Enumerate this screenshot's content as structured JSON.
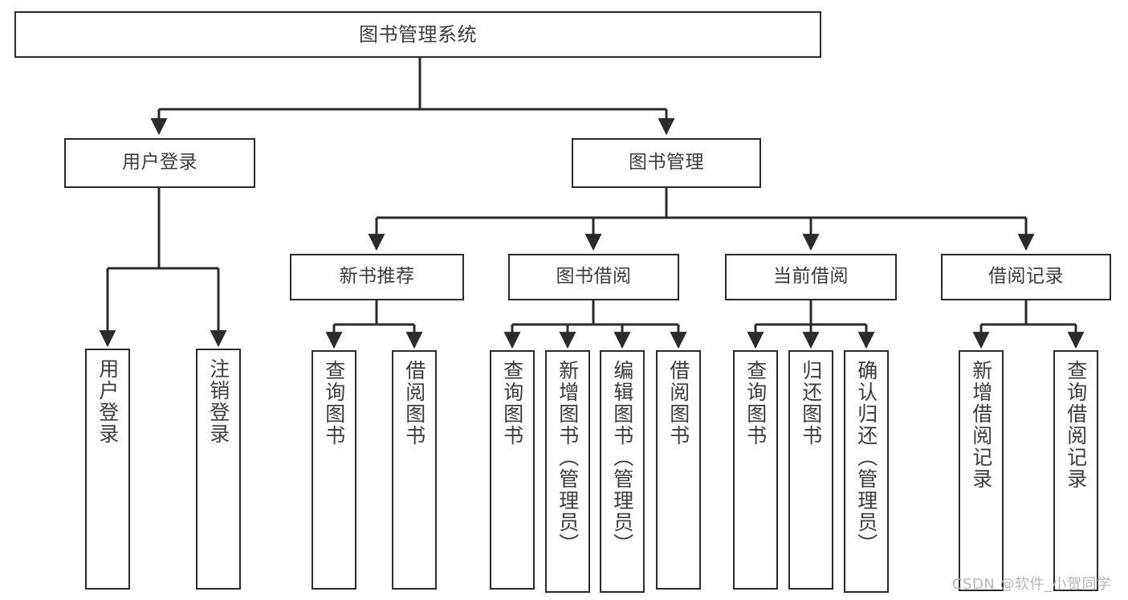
{
  "diagram": {
    "title": "图书管理系统",
    "type": "tree-hierarchy",
    "watermark": "CSDN @软件_小贺同学",
    "colors": {
      "background": "#ffffff",
      "box_border": "#2b2b2b",
      "box_fill": "#ffffff",
      "text": "#3c3c3c",
      "edge": "#2b2b2b",
      "watermark": "#b7b7b7"
    },
    "root": {
      "label": "图书管理系统"
    },
    "level1": [
      {
        "label": "用户登录"
      },
      {
        "label": "图书管理"
      }
    ],
    "level2": [
      {
        "label": "新书推荐"
      },
      {
        "label": "图书借阅"
      },
      {
        "label": "当前借阅"
      },
      {
        "label": "借阅记录"
      }
    ],
    "leaves": {
      "user_login": [
        {
          "label": "用户登录"
        },
        {
          "label": "注销登录"
        }
      ],
      "new_book_recommend": [
        {
          "label": "查询图书"
        },
        {
          "label": "借阅图书"
        }
      ],
      "book_borrow": [
        {
          "label": "查询图书"
        },
        {
          "label": "新增图书（管理员）"
        },
        {
          "label": "编辑图书（管理员）"
        },
        {
          "label": "借阅图书"
        }
      ],
      "current_borrow": [
        {
          "label": "查询图书"
        },
        {
          "label": "归还图书"
        },
        {
          "label": "确认归还（管理员）"
        }
      ],
      "borrow_record": [
        {
          "label": "新增借阅记录"
        },
        {
          "label": "查询借阅记录"
        }
      ]
    }
  }
}
